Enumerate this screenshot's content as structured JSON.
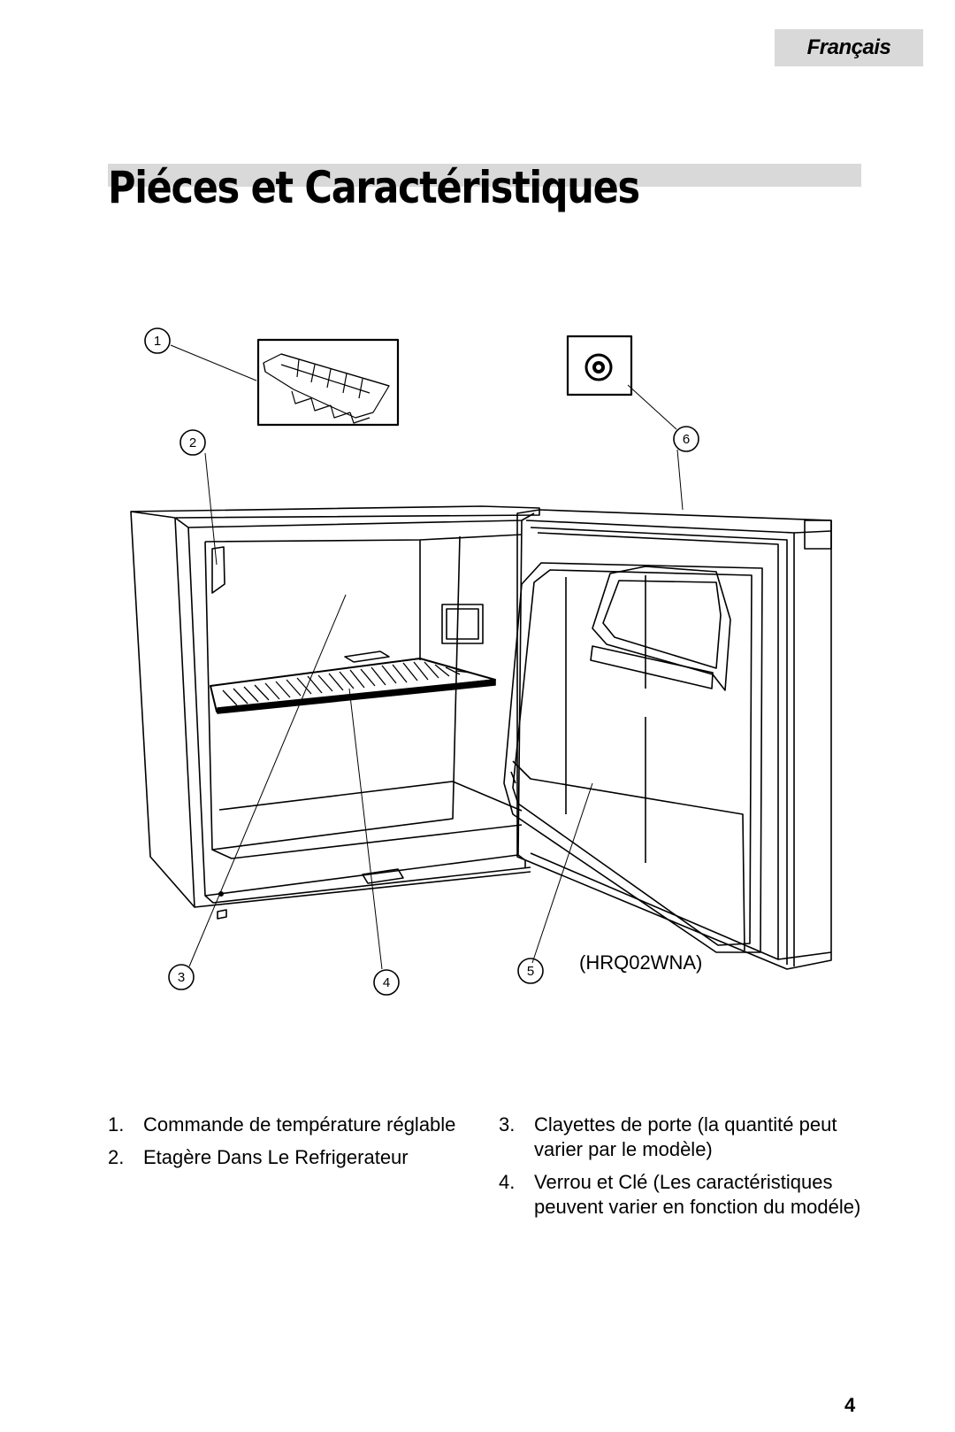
{
  "header": {
    "language_tab": "Français"
  },
  "page_title": "Piéces et Caractéristiques",
  "diagram": {
    "callouts": [
      "1",
      "2",
      "3",
      "4",
      "5",
      "6"
    ],
    "model_label": "(HRQ02WNA)"
  },
  "parts_list": {
    "left": [
      {
        "num": "1.",
        "text": "Commande de température réglable"
      },
      {
        "num": "2.",
        "text": "Etagère Dans Le Refrigerateur"
      }
    ],
    "right": [
      {
        "num": "3.",
        "text": "Clayettes de porte (la quantité peut varier par le modèle)"
      },
      {
        "num": "4.",
        "text": "Verrou et Clé (Les caractéristiques peuvent varier en fonction du modéle)"
      }
    ]
  },
  "footer": {
    "page_number": "4"
  }
}
